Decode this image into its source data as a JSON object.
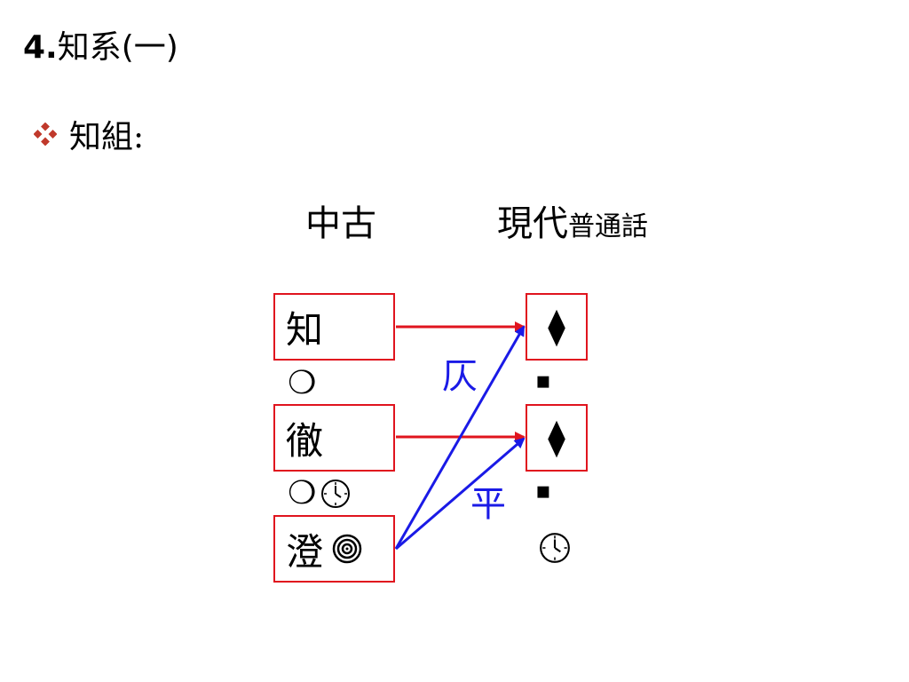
{
  "title": {
    "number": "4.",
    "text": "知系(一)"
  },
  "bullet": {
    "icon": "diamond-cluster-icon",
    "label": "知組:"
  },
  "columns": {
    "left": "中古",
    "right_main": "現代",
    "right_small": "普通話"
  },
  "left_boxes": [
    {
      "char": "知",
      "note": "❍"
    },
    {
      "char": "徹",
      "note": "❍",
      "note_icon": "clock-icon"
    },
    {
      "char": "澄",
      "note_icon": "target-icon"
    }
  ],
  "right_boxes": [
    {
      "symbol": "⧫",
      "note": "▪"
    },
    {
      "symbol": "⧫",
      "note": "▪",
      "note_icon": "clock-icon"
    }
  ],
  "tone_labels": {
    "upper": "仄",
    "lower": "平"
  },
  "colors": {
    "box_border": "#e0141e",
    "red_arrow": "#e0141e",
    "blue_arrow": "#1a1ae6",
    "bullet": "#c0392b"
  }
}
